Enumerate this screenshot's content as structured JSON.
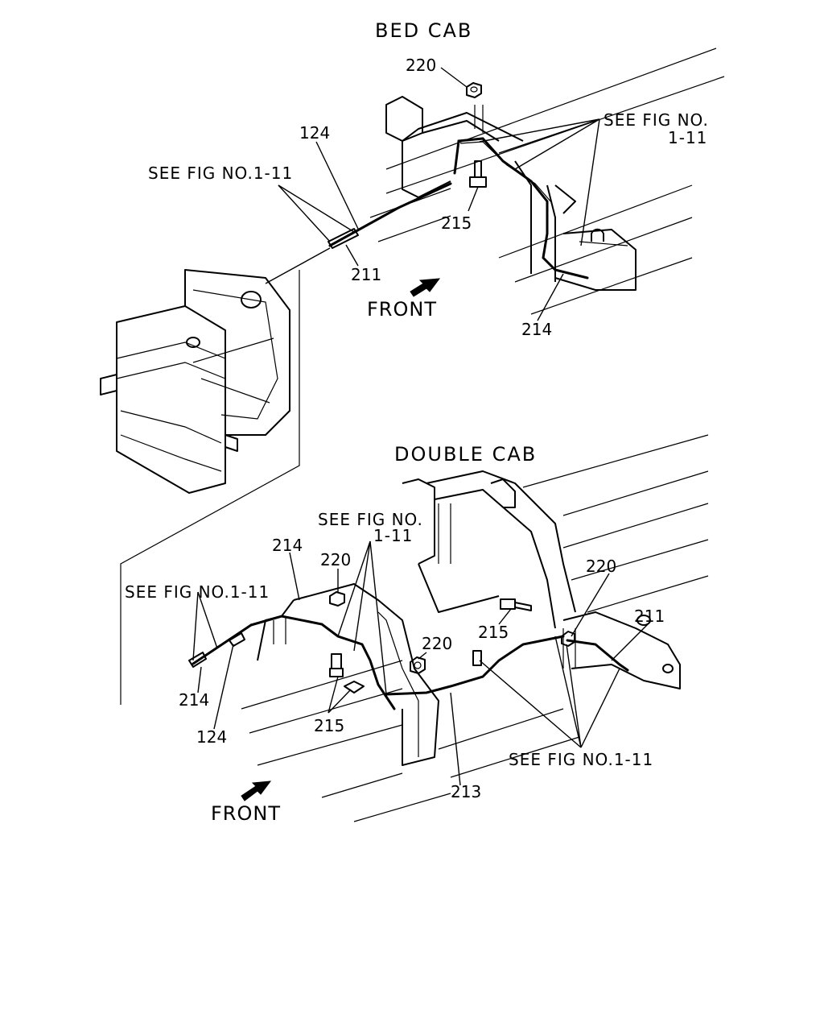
{
  "sections": {
    "bed_cab": {
      "title": "BED CAB",
      "front": "FRONT",
      "refs": {
        "see_fig_right_line1": "SEE FIG NO.",
        "see_fig_right_line2": "1-11",
        "see_fig_left": "SEE FIG NO.1-11"
      },
      "callouts": {
        "c220": "220",
        "c124": "124",
        "c215": "215",
        "c211": "211",
        "c214": "214"
      }
    },
    "double_cab": {
      "title": "DOUBLE CAB",
      "front": "FRONT",
      "refs": {
        "see_fig_top_line1": "SEE FIG NO.",
        "see_fig_top_line2": "1-11",
        "see_fig_left": "SEE FIG NO.1-11",
        "see_fig_bottom": "SEE FIG NO.1-11"
      },
      "callouts": {
        "c214_top": "214",
        "c220_left": "220",
        "c220_right": "220",
        "c220_mid": "220",
        "c211": "211",
        "c215_right": "215",
        "c215_left": "215",
        "c214_bottom": "214",
        "c124": "124",
        "c213": "213"
      }
    }
  }
}
